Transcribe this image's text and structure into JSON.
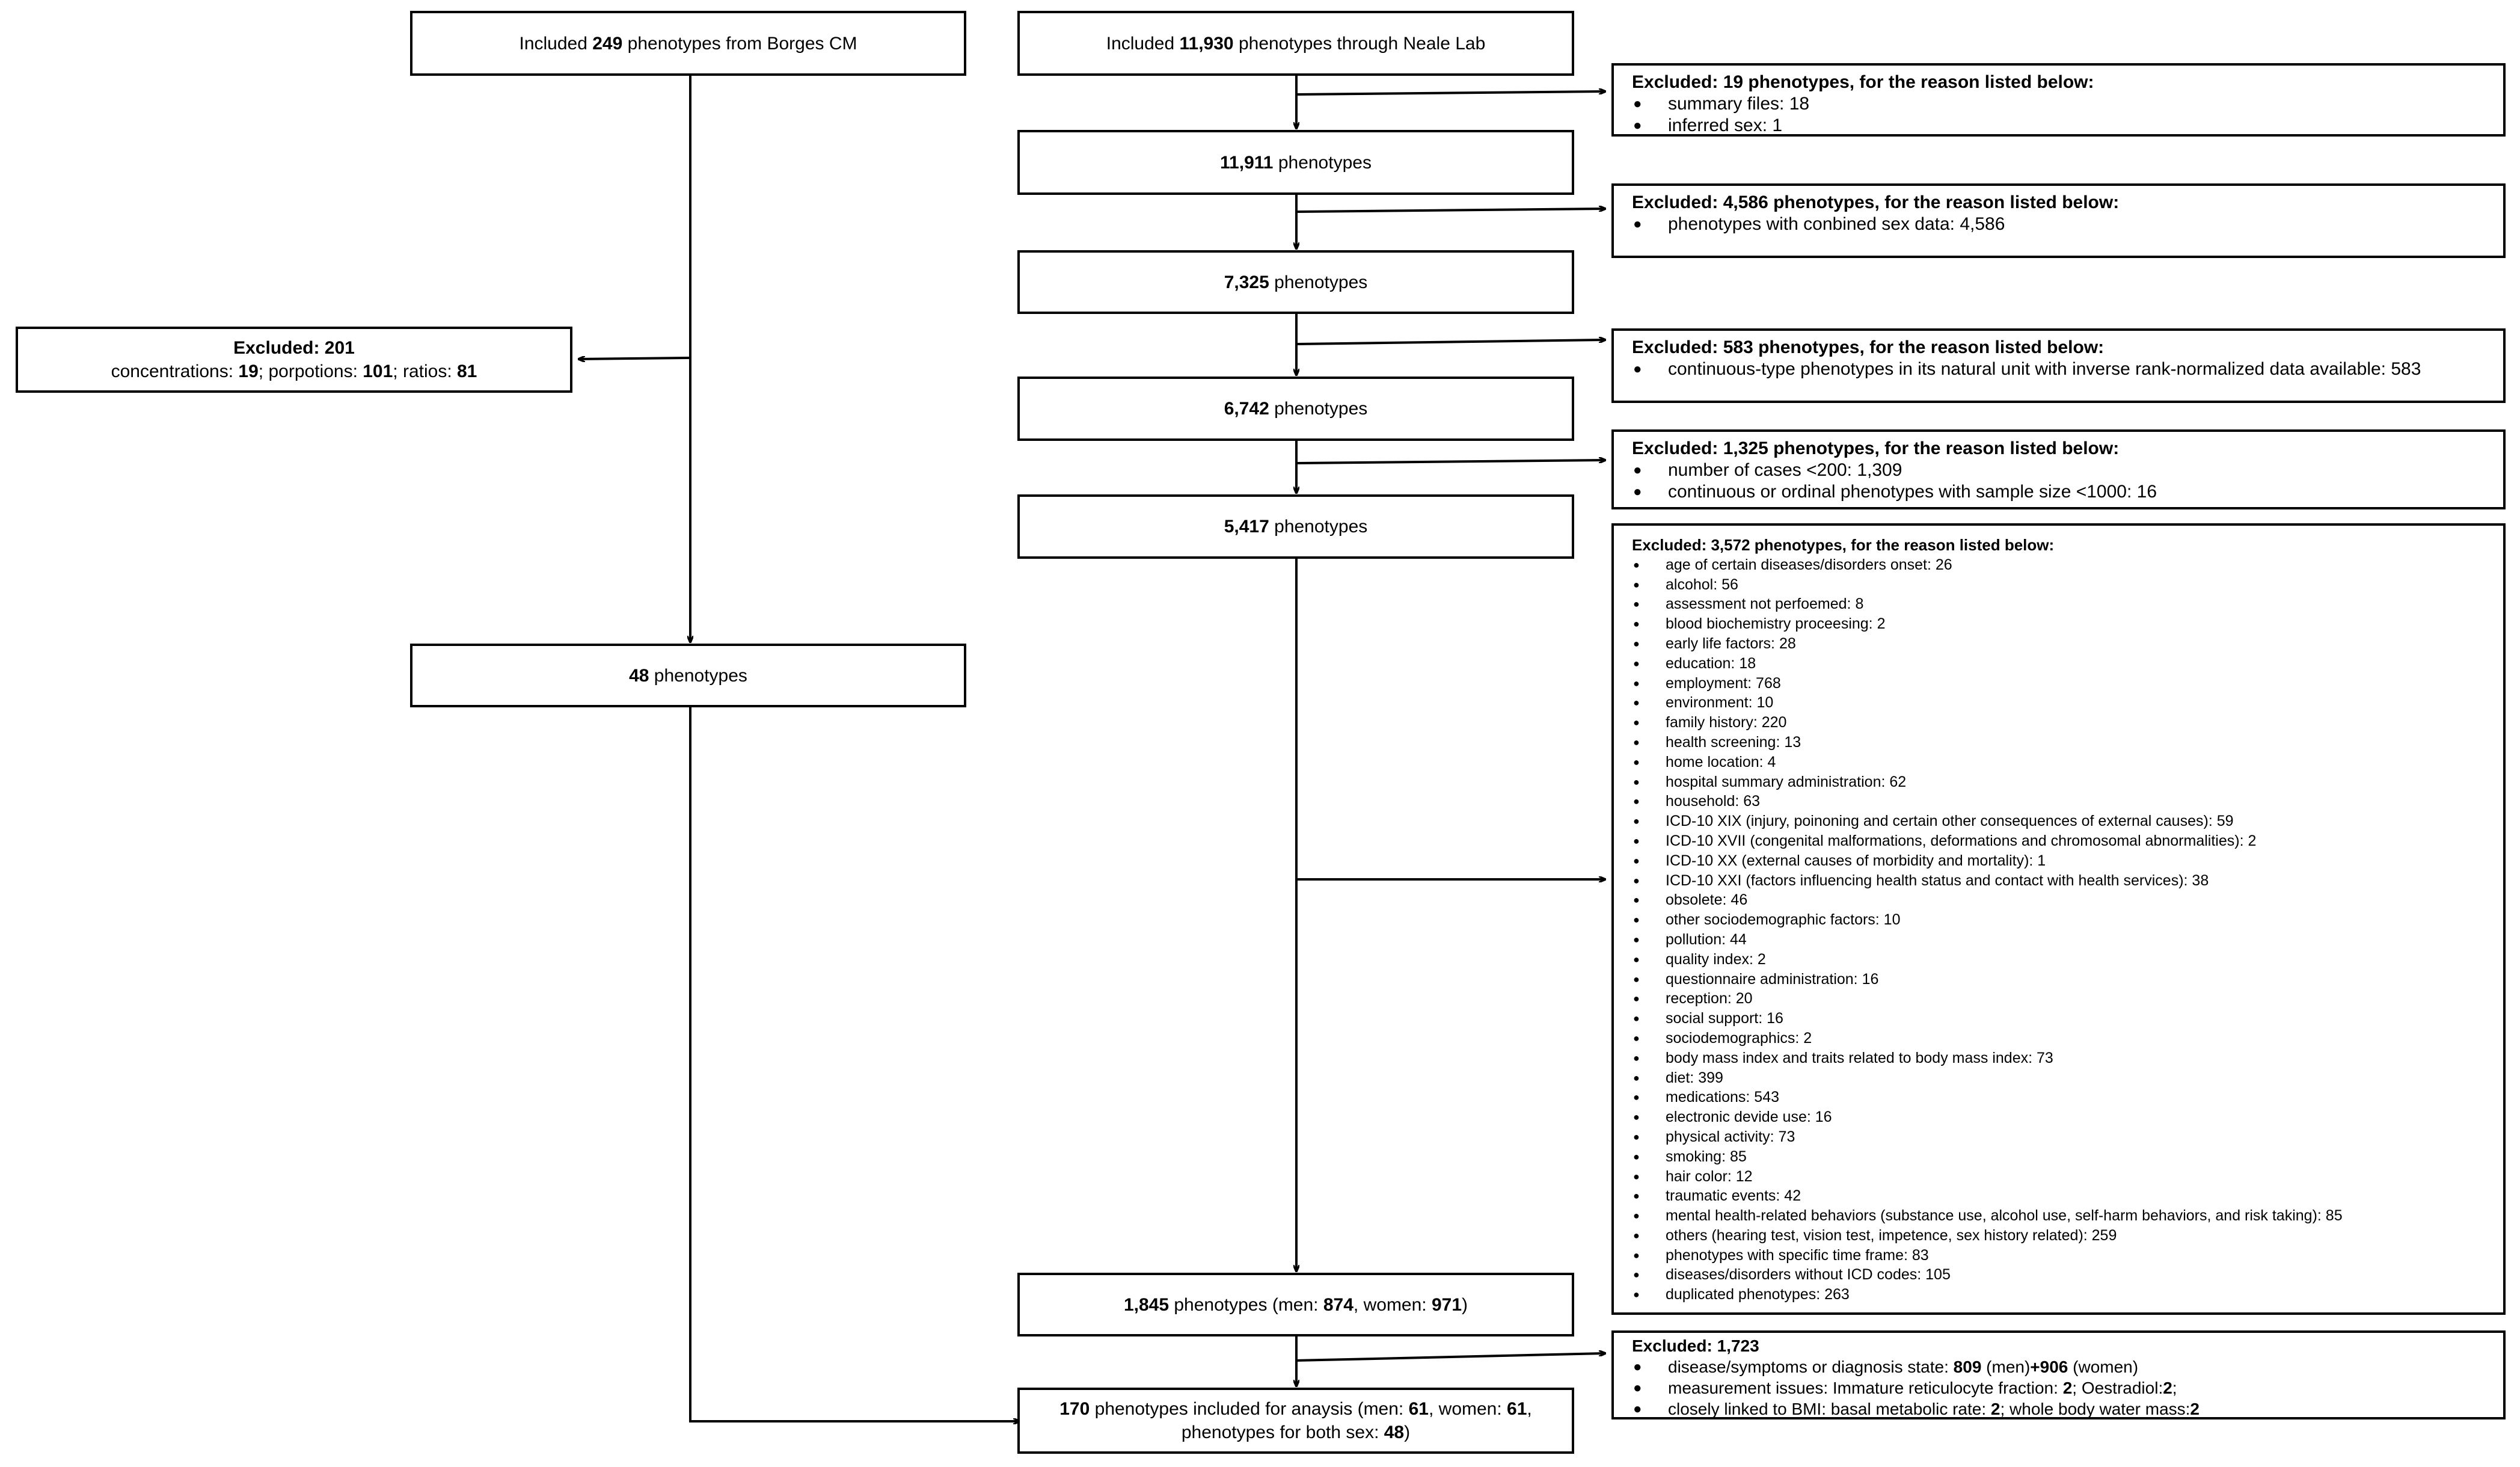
{
  "left_chain": {
    "included_box": {
      "pre": "Included ",
      "count": "249",
      "post": " phenotypes from Borges CM"
    },
    "excluded_box": {
      "head": "Excluded: 201",
      "line": {
        "a": "concentrations: ",
        "a_n": "19",
        "b": "; porpotions: ",
        "b_n": "101",
        "c": "; ratios: ",
        "c_n": "81"
      }
    },
    "result_box": {
      "count": "48",
      "post": " phenotypes"
    }
  },
  "main_chain": {
    "included_box": {
      "pre": "Included ",
      "count": "11,930",
      "post": " phenotypes through Neale Lab"
    },
    "step1": {
      "count": "11,911",
      "post": " phenotypes"
    },
    "step2": {
      "count": "7,325",
      "post": " phenotypes"
    },
    "step3": {
      "count": "6,742",
      "post": " phenotypes"
    },
    "step4": {
      "count": "5,417",
      "post": " phenotypes"
    },
    "step5": {
      "count": "1,845",
      "mid": " phenotypes (men: ",
      "men": "874",
      "mid2": ", women: ",
      "women": "971",
      "end": ")"
    },
    "final": {
      "count": "170",
      "mid": " phenotypes included for anaysis (men: ",
      "men": "61",
      "mid2": ", women: ",
      "women": "61",
      "mid3": ",",
      "line2": "phenotypes for both sex: ",
      "both": "48",
      "end": ")"
    }
  },
  "exclusions": {
    "ex1": {
      "head": "Excluded: 19 phenotypes, for the reason listed below:",
      "items": [
        "summary files: 18",
        "inferred sex: 1"
      ]
    },
    "ex2": {
      "head": "Excluded: 4,586 phenotypes, for the reason listed below:",
      "items": [
        "phenotypes with conbined sex data: 4,586"
      ]
    },
    "ex3": {
      "head": "Excluded: 583 phenotypes, for the reason listed below:",
      "items": [
        "continuous-type phenotypes in its natural unit with inverse rank-normalized data available: 583"
      ]
    },
    "ex4": {
      "head": "Excluded:  1,325 phenotypes, for the reason listed below:",
      "items": [
        "number of cases <200: 1,309",
        "continuous or ordinal phenotypes with sample size <1000: 16"
      ]
    },
    "ex5": {
      "head": "Excluded: 3,572 phenotypes, for the reason listed below:",
      "items": [
        "age of certain diseases/disorders onset: 26",
        "alcohol: 56",
        "assessment not perfoemed: 8",
        "blood biochemistry proceesing: 2",
        "early life factors: 28",
        "education: 18",
        "employment: 768",
        "environment: 10",
        "family history: 220",
        "health screening: 13",
        "home location: 4",
        "hospital summary administration: 62",
        "household: 63",
        "ICD-10 XIX (injury, poinoning and certain other consequences of external causes): 59",
        "ICD-10 XVII (congenital malformations, deformations and chromosomal abnormalities): 2",
        "ICD-10 XX (external causes of morbidity and mortality): 1",
        "ICD-10 XXI (factors influencing health status and contact with health services): 38",
        "obsolete: 46",
        "other sociodemographic factors: 10",
        "pollution: 44",
        "quality index: 2",
        "questionnaire administration: 16",
        "reception: 20",
        "social support: 16",
        "sociodemographics: 2",
        "body mass index and traits related to body mass index: 73",
        "diet: 399",
        "medications: 543",
        "electronic devide use: 16",
        "physical activity: 73",
        "smoking: 85",
        "hair color: 12",
        "traumatic events: 42",
        "mental health-related behaviors (substance use, alcohol use, self-harm behaviors, and risk taking): 85",
        "others (hearing test, vision test, impetence, sex history related): 259",
        "phenotypes with specific time frame: 83",
        "diseases/disorders without ICD codes: 105",
        "duplicated phenotypes: 263"
      ]
    },
    "ex6": {
      "head": "Excluded: 1,723",
      "item1": {
        "a": "disease/symptoms or diagnosis state: ",
        "a_n": "809",
        "b": " (men)",
        "b_n": "+906",
        "c": " (women)"
      },
      "item2": {
        "a": "measurement issues: Immature reticulocyte fraction: ",
        "a_n": "2",
        "b": "; Oestradiol:",
        "b_n": "2",
        "c": ";"
      },
      "item3": {
        "a": "closely linked to BMI: basal metabolic rate: ",
        "a_n": "2",
        "b": "; whole body water mass:",
        "b_n": "2"
      }
    }
  },
  "colors": {
    "line": "#000000",
    "background": "#ffffff"
  }
}
